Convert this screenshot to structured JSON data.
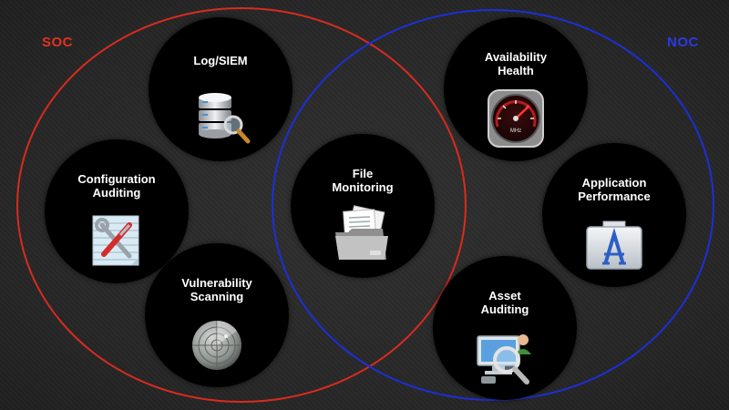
{
  "groups": {
    "soc": {
      "label": "SOC",
      "color": "#d92b1f"
    },
    "noc": {
      "label": "NOC",
      "color": "#1c2fd6"
    }
  },
  "nodes": {
    "log_siem": {
      "label": "Log/SIEM",
      "icon": "database-search-icon"
    },
    "configuration_auditing": {
      "label": "Configuration\nAuditing",
      "icon": "tools-document-icon"
    },
    "vulnerability_scanning": {
      "label": "Vulnerability\nScanning",
      "icon": "radar-icon"
    },
    "file_monitoring": {
      "label": "File\nMonitoring",
      "icon": "folder-documents-icon"
    },
    "availability_health": {
      "label": "Availability\nHealth",
      "icon": "gauge-icon"
    },
    "application_performance": {
      "label": "Application\nPerformance",
      "icon": "applications-folder-icon"
    },
    "asset_auditing": {
      "label": "Asset\nAuditing",
      "icon": "computer-magnifier-icon"
    }
  },
  "gauge_unit": "MHz"
}
